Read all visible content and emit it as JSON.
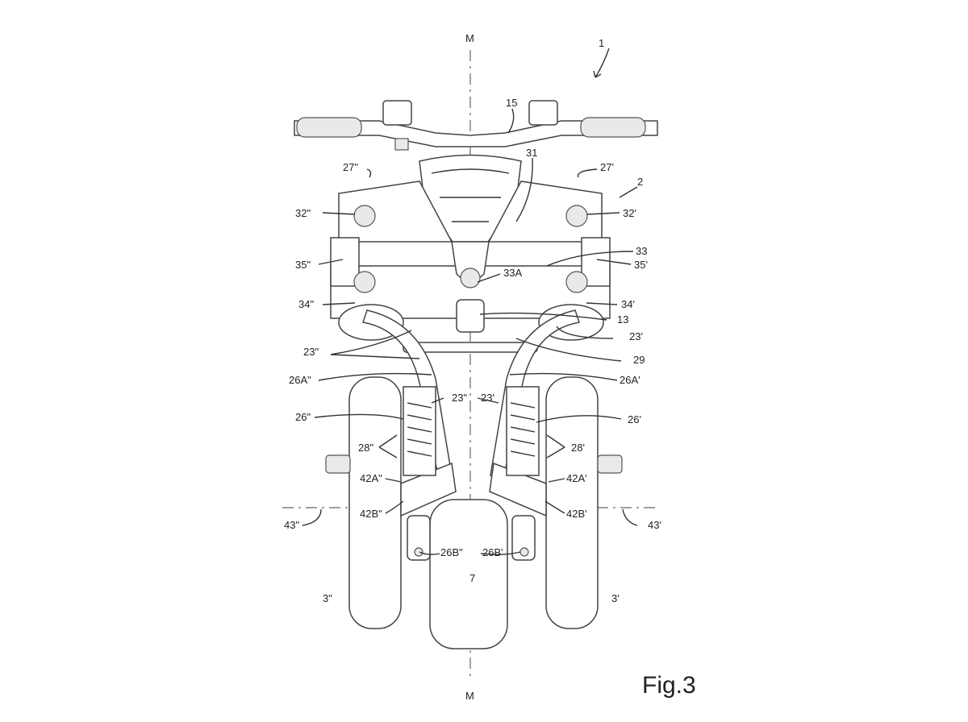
{
  "figure": {
    "caption": "Fig.3",
    "axis_label_top": "M",
    "axis_label_bottom": "M"
  },
  "labels": {
    "l1": "1",
    "l15": "15",
    "l31": "31",
    "l2": "2",
    "l27b": "27\"",
    "l27a": "27'",
    "l32b": "32\"",
    "l32a": "32'",
    "l33": "33",
    "l35b": "35\"",
    "l35a": "35'",
    "l33A": "33A",
    "l34b": "34\"",
    "l34a": "34'",
    "l13": "13",
    "l23a_top": "23'",
    "l23b_top": "23\"",
    "l29": "29",
    "l26Ab": "26A\"",
    "l26Aa": "26A'",
    "l23b_mid": "23\"",
    "l23a_mid": "23'",
    "l26b": "26\"",
    "l26a": "26'",
    "l28b": "28\"",
    "l28a": "28'",
    "l42Ab": "42A\"",
    "l42Aa": "42A'",
    "l42Bb": "42B\"",
    "l42Ba": "42B'",
    "l43b": "43\"",
    "l43a": "43'",
    "l26Bb": "26B\"",
    "l26Ba": "26B'",
    "l7": "7",
    "l3b": "3\"",
    "l3a": "3'"
  }
}
